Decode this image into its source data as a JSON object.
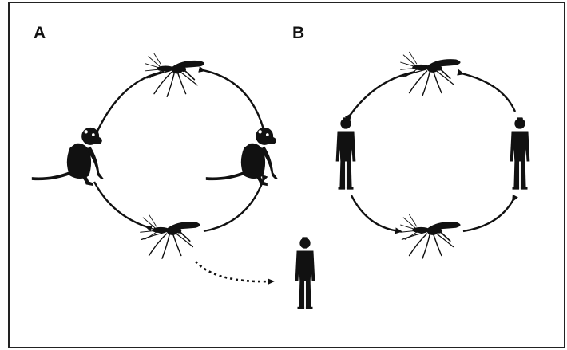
{
  "panels": [
    {
      "label": "A",
      "hosts": "monkey",
      "spillover": "human"
    },
    {
      "label": "B",
      "hosts": "human"
    }
  ],
  "colors": {
    "ink": "#111111",
    "frame": "#222222",
    "background": "#ffffff"
  },
  "icons": [
    "mosquito-icon",
    "monkey-icon",
    "human-icon",
    "cycle-arrow-icon",
    "dotted-arrow-icon"
  ]
}
